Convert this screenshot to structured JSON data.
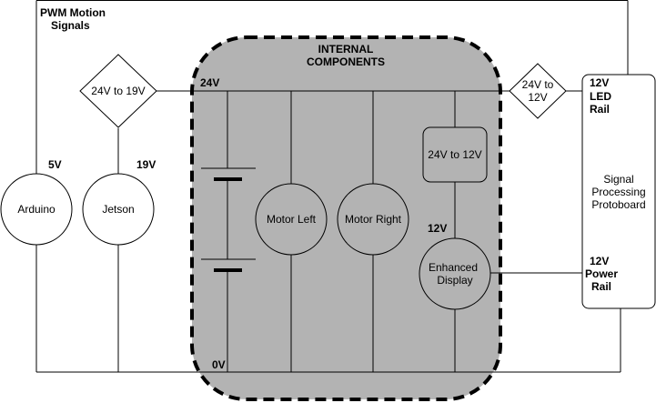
{
  "labels": {
    "pwm_signals_line1": "PWM Motion",
    "pwm_signals_line2": "Signals",
    "internal_line1": "INTERNAL",
    "internal_line2": "COMPONENTS",
    "v24": "24V",
    "v0": "0V",
    "v5": "5V",
    "v19": "19V",
    "v12_display": "12V",
    "led_rail_line1": "12V",
    "led_rail_line2": "LED",
    "led_rail_line3": "Rail",
    "power_rail_line1": "12V",
    "power_rail_line2": "Power",
    "power_rail_line3": "Rail"
  },
  "nodes": {
    "arduino": "Arduino",
    "jetson": "Jetson",
    "conv_19v_text": "24V to 19V",
    "conv_12v_diamond_line1": "24V to",
    "conv_12v_diamond_line2": "12V",
    "conv_12v_box": "24V to 12V",
    "motor_left": "Motor Left",
    "motor_right": "Motor Right",
    "display_line1": "Enhanced",
    "display_line2": "Display",
    "protoboard_line1": "Signal",
    "protoboard_line2": "Processing",
    "protoboard_line3": "Protoboard"
  },
  "colors": {
    "internal_fill": "#b3b3b3",
    "stroke": "#000000",
    "background": "#ffffff"
  }
}
